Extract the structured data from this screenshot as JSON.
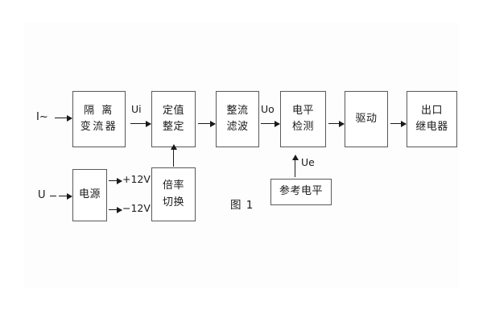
{
  "figure": {
    "caption": "图 1",
    "background": "#ffffff",
    "box_border_color": "#59595b",
    "line_color": "#1a1a1a"
  },
  "inputs": [
    {
      "name": "current-input",
      "label": "I~"
    },
    {
      "name": "voltage-input",
      "label": "U"
    }
  ],
  "blocks": [
    {
      "id": "isolation-ct",
      "lines": [
        "隔 离",
        "变流器"
      ]
    },
    {
      "id": "setting-value",
      "lines": [
        "定值",
        "整定"
      ]
    },
    {
      "id": "rectify-filter",
      "lines": [
        "整流",
        "滤波"
      ]
    },
    {
      "id": "level-detect",
      "lines": [
        "电平",
        "检测"
      ]
    },
    {
      "id": "driver",
      "lines": [
        "驱动"
      ]
    },
    {
      "id": "output-relay",
      "lines": [
        "出口",
        "继电器"
      ]
    },
    {
      "id": "power-supply",
      "lines": [
        "电源"
      ]
    },
    {
      "id": "ratio-switch",
      "lines": [
        "倍率",
        "切换"
      ]
    },
    {
      "id": "reference-level",
      "lines": [
        "参考电平"
      ]
    }
  ],
  "signals": [
    {
      "id": "ui",
      "label": "Ui"
    },
    {
      "id": "uo",
      "label": "Uo"
    },
    {
      "id": "ue",
      "label": "Ue"
    }
  ],
  "rails": [
    {
      "id": "rail-pos",
      "label": "+12V"
    },
    {
      "id": "rail-neg",
      "label": "−12V"
    }
  ]
}
